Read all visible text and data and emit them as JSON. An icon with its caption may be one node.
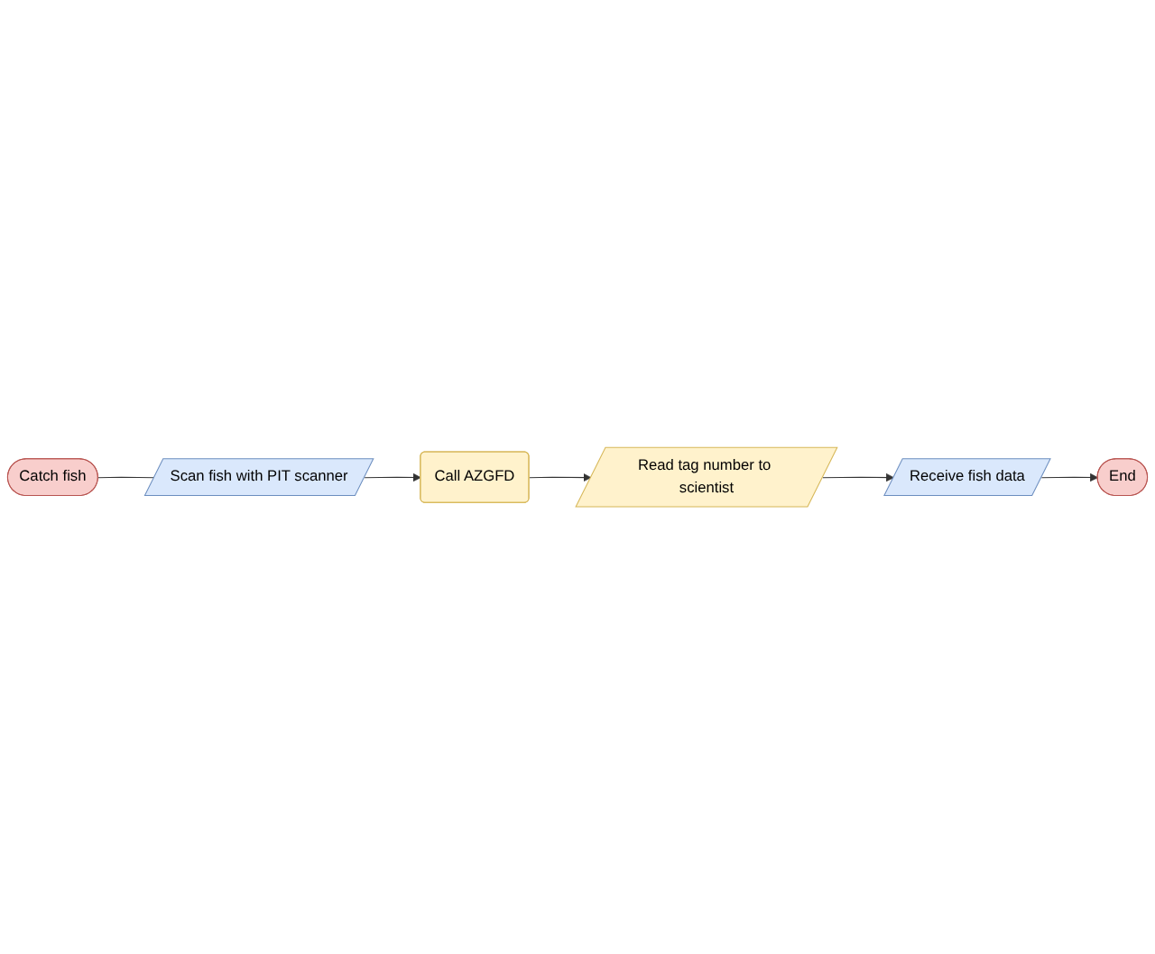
{
  "diagram": {
    "nodes": [
      {
        "text": [
          "Catch fish"
        ]
      },
      {
        "text": [
          "Scan fish with PIT scanner"
        ]
      },
      {
        "text": [
          "Call AZGFD"
        ]
      },
      {
        "text": [
          "Read tag number to scientist"
        ]
      },
      {
        "text": [
          "Receive fish data"
        ]
      },
      {
        "text": [
          "End"
        ]
      }
    ],
    "edges": [
      {
        "from": 0,
        "to": 1,
        "arrow": "none"
      },
      {
        "from": 1,
        "to": 2,
        "arrow": "to"
      },
      {
        "from": 2,
        "to": 3,
        "arrow": "to"
      },
      {
        "from": 3,
        "to": 4,
        "arrow": "to"
      },
      {
        "from": 4,
        "to": 5,
        "arrow": "to"
      }
    ]
  }
}
